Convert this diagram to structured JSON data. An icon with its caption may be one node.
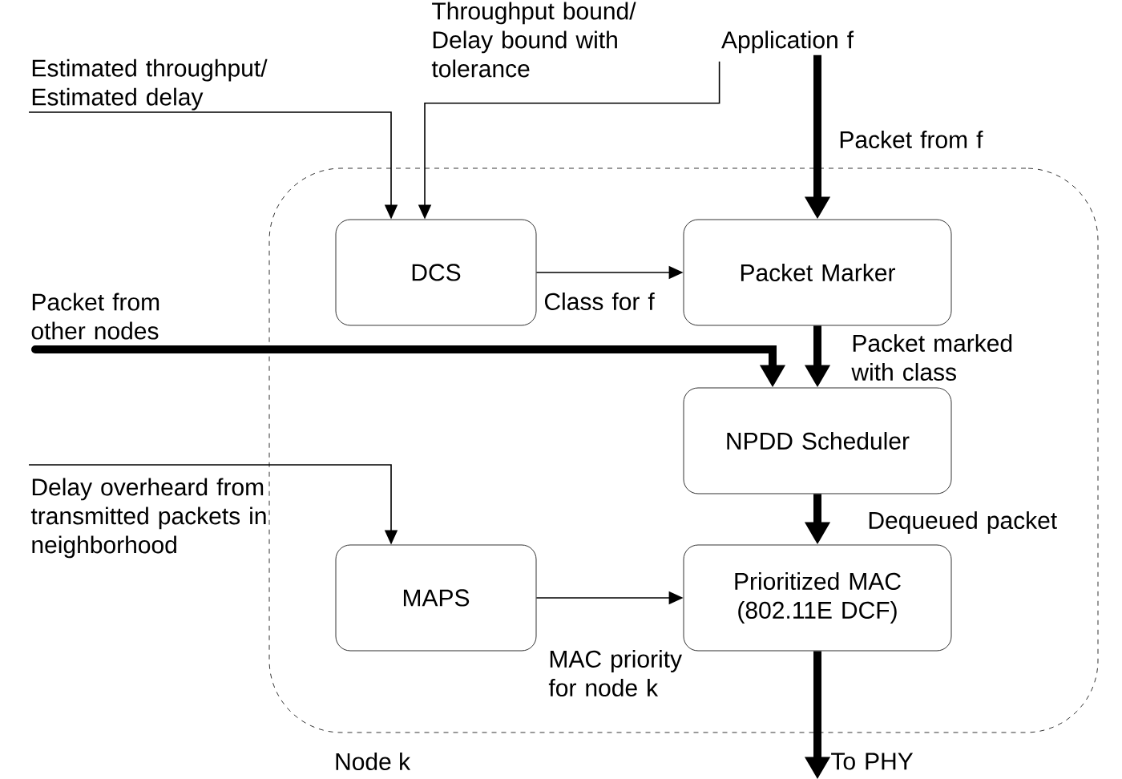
{
  "diagram": {
    "nodes": [
      {
        "text": [
          "Node k"
        ]
      },
      {
        "text": [
          "DCS"
        ],
        "in": 0
      },
      {
        "text": [
          "Packet Marker"
        ],
        "in": 0
      },
      {
        "text": [
          "NPDD Scheduler"
        ],
        "in": 0
      },
      {
        "text": [
          "MAPS"
        ],
        "in": 0
      },
      {
        "text": [
          "Prioritized MAC (802.11E DCF)"
        ],
        "in": 0
      },
      {
        "text": [
          "Estimated throughput/ Estimated delay"
        ]
      },
      {
        "text": [
          "Application f"
        ]
      },
      {
        "text": [
          "Packet from other nodes"
        ]
      },
      {
        "text": [
          "Delay overheard from transmitted packets in neighborhood"
        ]
      }
    ],
    "edges": [
      {
        "from": 6,
        "to": 1,
        "arrow": "to"
      },
      {
        "from": 7,
        "to": 1,
        "arrow": "to",
        "label": "Throughput bound/ Delay bound with tolerance"
      },
      {
        "from": 7,
        "to": 2,
        "arrow": "to",
        "style": "thick",
        "label": "Packet from f"
      },
      {
        "from": 1,
        "to": 2,
        "arrow": "to",
        "label": "Class for f"
      },
      {
        "from": 8,
        "to": 3,
        "arrow": "to",
        "style": "thick"
      },
      {
        "from": 2,
        "to": 3,
        "arrow": "to",
        "style": "thick",
        "label": "Packet marked with class"
      },
      {
        "from": 3,
        "to": 5,
        "arrow": "to",
        "style": "thick",
        "label": "Dequeued packet"
      },
      {
        "from": 9,
        "to": 4,
        "arrow": "to"
      },
      {
        "from": 4,
        "to": 5,
        "arrow": "to",
        "label": "MAC priority for node k"
      },
      {
        "from": 5,
        "to": null,
        "arrow": "to",
        "style": "thick",
        "label": "To PHY"
      }
    ]
  }
}
